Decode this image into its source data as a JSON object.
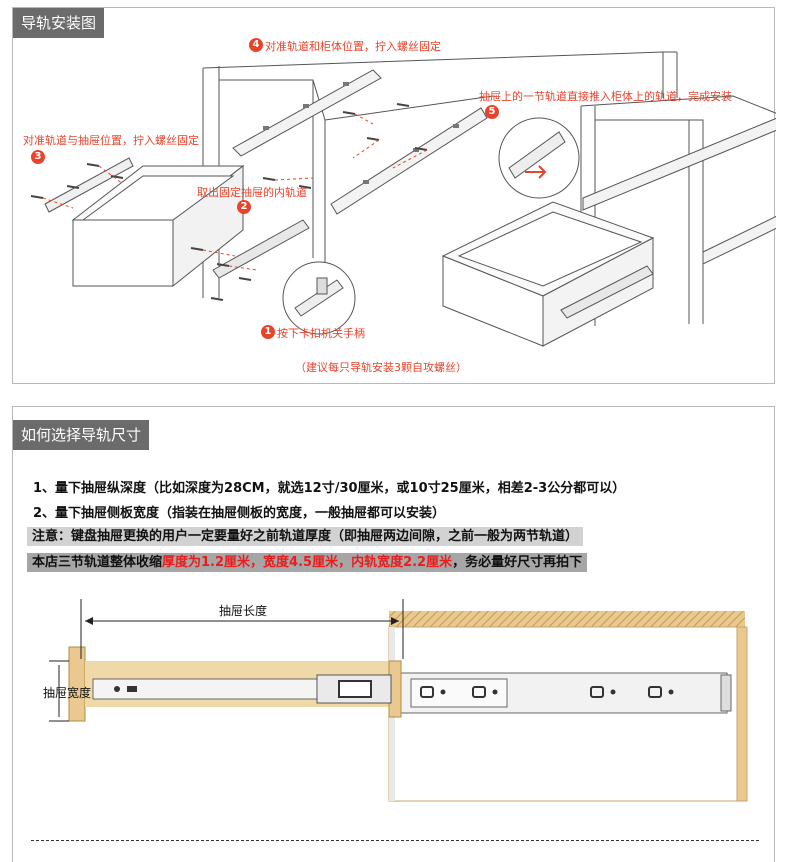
{
  "install": {
    "title": "导轨安装图",
    "steps": [
      {
        "num": "4",
        "text": "对准轨道和柜体位置，拧入螺丝固定"
      },
      {
        "num": "3",
        "text": "对准轨道与抽屉位置，拧入螺丝固定"
      },
      {
        "num": "2",
        "text": "取出固定抽屉的内轨道"
      },
      {
        "num": "1",
        "text": "按下卡扣机关手柄"
      },
      {
        "num": "5",
        "text": "抽屉上的一节轨道直接推入柜体上的轨道，完成安装"
      }
    ],
    "footnote": "（建议每只导轨安装3颗自攻螺丝）"
  },
  "size": {
    "title": "如何选择导轨尺寸",
    "line1": "1、量下抽屉纵深度（比如深度为28CM，就选12寸/30厘米，或10寸25厘米，相差2-3公分都可以）",
    "line2": "2、量下抽屉侧板宽度（指装在抽屉侧板的宽度，一般抽屉都可以安装）",
    "note": "注意：键盘抽屉更换的用户一定要量好之前轨道厚度（即抽屉两边间隙，之前一般为两节轨道）",
    "spec_prefix": "本店三节轨道整体收缩",
    "spec_red": "厚度为1.2厘米，宽度4.5厘米，内轨宽度2.2厘米",
    "spec_suffix": "，务必量好尺寸再拍下",
    "label_length": "抽屉长度",
    "label_width": "抽屉宽度"
  },
  "colors": {
    "accent": "#e8432b",
    "header_bg": "#6b6b6b",
    "red_text": "#ea1c1c",
    "wood": "#e9c98f"
  }
}
